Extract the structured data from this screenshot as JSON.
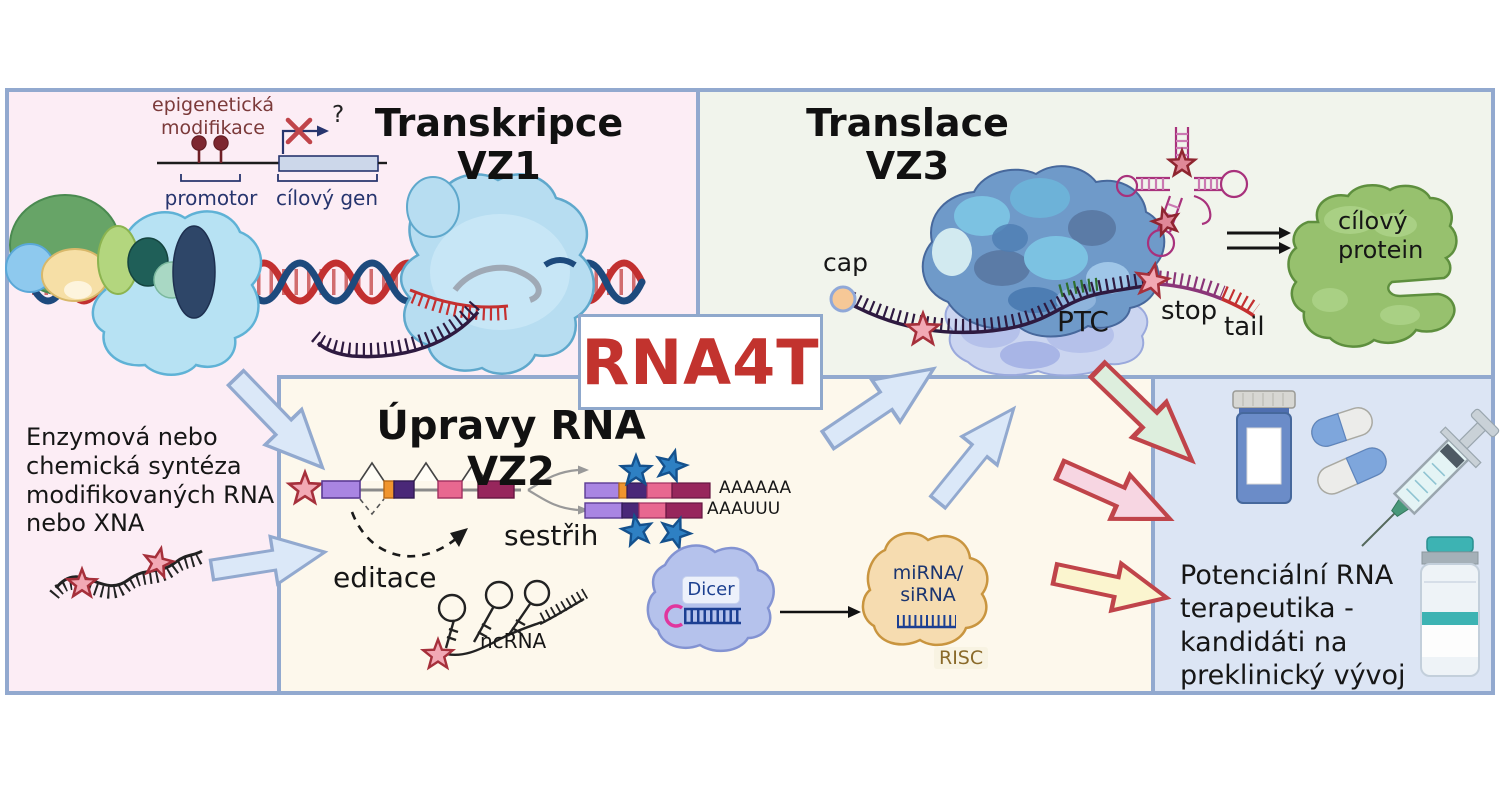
{
  "logo": {
    "text": "RNA4T"
  },
  "panels": {
    "vz1": {
      "title_line1": "Transkripce",
      "title_line2": "VZ1",
      "epigenetic_label_line1": "epigenetická",
      "epigenetic_label_line2": "modifikace",
      "question_mark": "?",
      "promoter_label": "promotor",
      "target_gene_label": "cílový gen",
      "synthesis_line1": "Enzymová nebo",
      "synthesis_line2": "chemická syntéza",
      "synthesis_line3": "modifikovaných RNA",
      "synthesis_line4": "nebo XNA"
    },
    "vz3": {
      "title_line1": "Translace",
      "title_line2": "VZ3",
      "cap_label": "cap",
      "ptc_label": "PTC",
      "stop_label": "stop",
      "tail_label": "tail",
      "protein_line1": "cílový",
      "protein_line2": "protein"
    },
    "vz2": {
      "title": "Úpravy RNA VZ2",
      "splice_label": "sestřih",
      "edit_label": "editace",
      "ncrna_label": "ncRNA",
      "polya_top": "AAAAAA",
      "polya_bottom": "AAAUUU",
      "dicer_label": "Dicer",
      "mirna_line1": "miRNA/",
      "mirna_line2": "siRNA",
      "risc_label": "RISC"
    },
    "therapeutics": {
      "line1": "Potenciální RNA",
      "line2": "terapeutika -",
      "line3": "kandidáti na",
      "line4": "preklinický vývoj"
    }
  },
  "colors": {
    "panel_border": "#92a9cf",
    "vz1_bg": "#fcedf5",
    "vz3_bg": "#f1f4ec",
    "vz2_bg": "#fdf8ec",
    "therapeutics_bg": "#dce5f4",
    "logo_red": "#c2332e",
    "arrow_blue_fill": "#dbe8f8",
    "arrow_red_border": "#c0444a",
    "arrow_green_fill": "#ddeedd",
    "arrow_pink_fill": "#f7d6e2",
    "arrow_yellow_fill": "#fbf5cf",
    "dna_red": "#c23030",
    "dna_blue": "#1d4a7d",
    "mrna_purple": "#2e1a40",
    "star_red_border": "#a6303b",
    "star_blue": "#2e80c3"
  }
}
